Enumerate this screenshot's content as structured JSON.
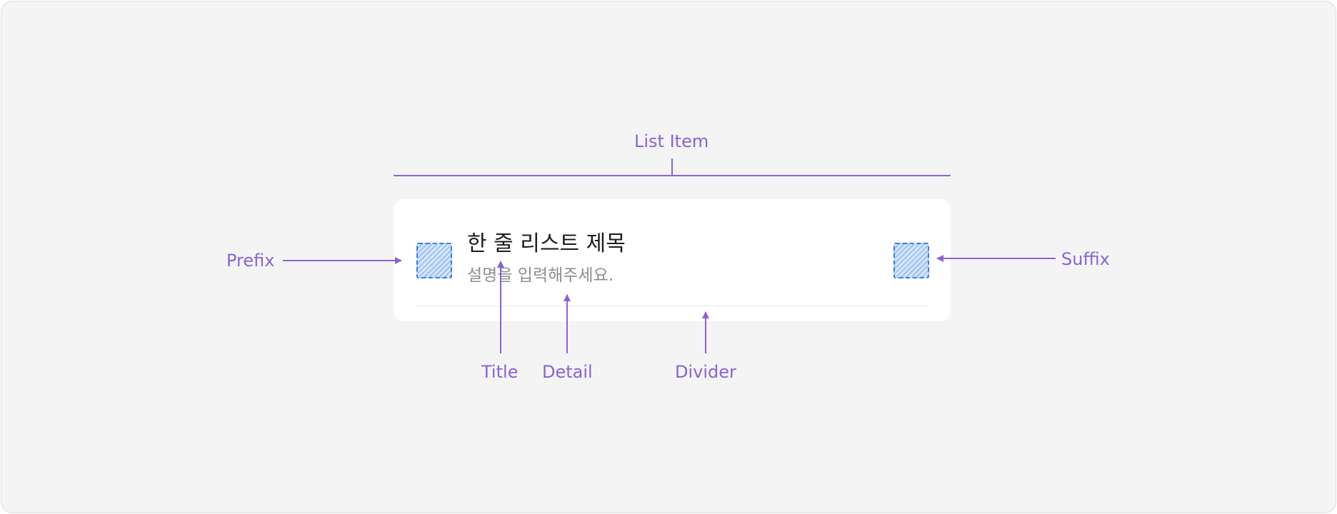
{
  "list_item": {
    "title": "한 줄 리스트 제목",
    "detail": "설명을 입력해주세요."
  },
  "annotations": {
    "list_item": "List Item",
    "prefix": "Prefix",
    "suffix": "Suffix",
    "title": "Title",
    "detail": "Detail",
    "divider": "Divider"
  },
  "colors": {
    "annotation": "#8a63d2",
    "canvas": "#f4f4f5",
    "slot_border": "#3b7ddd",
    "title": "#1d1d20",
    "detail": "#8b8d94"
  }
}
